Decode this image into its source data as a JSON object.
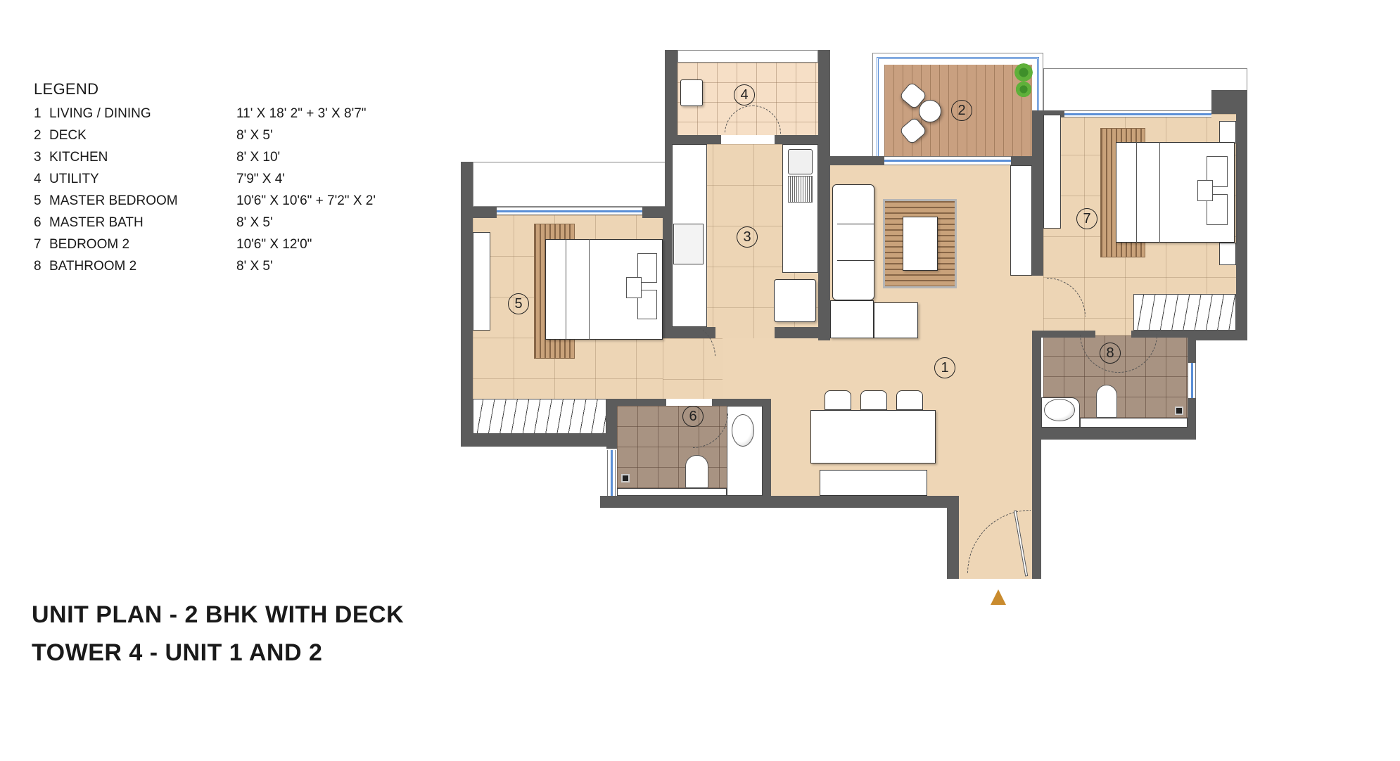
{
  "legend": {
    "title": "LEGEND",
    "rooms": [
      {
        "num": "1",
        "name": "LIVING / DINING",
        "dim": "11' X 18' 2\" + 3' X 8'7\""
      },
      {
        "num": "2",
        "name": "DECK",
        "dim": "8' X 5'"
      },
      {
        "num": "3",
        "name": "KITCHEN",
        "dim": "8' X 10'"
      },
      {
        "num": "4",
        "name": "UTILITY",
        "dim": "7'9\" X 4'"
      },
      {
        "num": "5",
        "name": "MASTER BEDROOM",
        "dim": "10'6\" X 10'6\" + 7'2\" X 2'"
      },
      {
        "num": "6",
        "name": "MASTER BATH",
        "dim": "8' X 5'"
      },
      {
        "num": "7",
        "name": "BEDROOM 2",
        "dim": "10'6\" X 12'0\""
      },
      {
        "num": "8",
        "name": "BATHROOM 2",
        "dim": "8' X 5'"
      }
    ]
  },
  "titles": {
    "plan": "UNIT PLAN - 2 BHK WITH DECK",
    "tower": "TOWER 4 - UNIT 1 AND 2"
  },
  "plan": {
    "room_labels": [
      "1",
      "2",
      "3",
      "4",
      "5",
      "6",
      "7",
      "8"
    ],
    "entry_marker": "entry-arrow",
    "colors": {
      "wall": "#5c5c5c",
      "floor": "#edd5b5",
      "utility_floor": "#f6dfc6",
      "bath_floor": "#a89382",
      "deck_wood": "#c9a080",
      "window_glass": "#5b8fd6",
      "entry_arrow": "#c98b2e"
    }
  }
}
